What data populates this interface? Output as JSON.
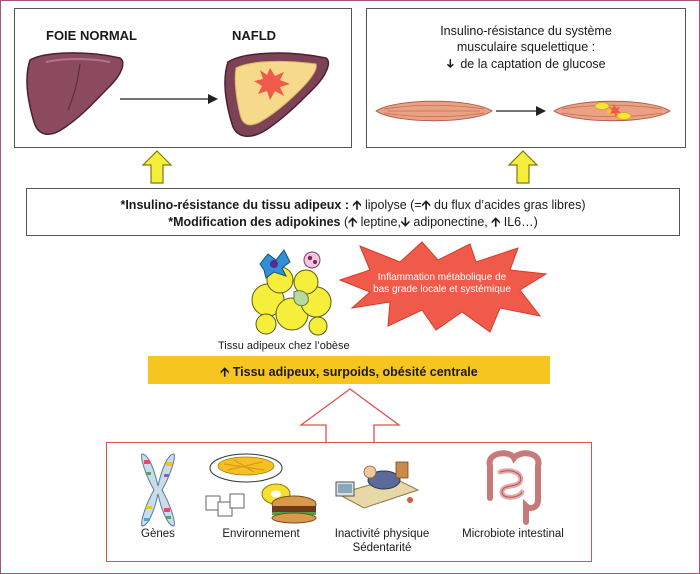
{
  "liver_panel": {
    "normal_label": "FOIE NORMAL",
    "nafld_label": "NAFLD"
  },
  "muscle_panel": {
    "line1": "Insulino-résistance du système",
    "line2": "musculaire squelettique :",
    "line3_arrow": "➜",
    "line3": "de la captation de glucose"
  },
  "adipose_box": {
    "line1_prefix": "*Insulino-résistance du tissu adipeux :",
    "line1_a": "lipolyse (=",
    "line1_b": "du flux d’acides gras libres)",
    "line2_prefix": "*Modification des adipokines",
    "line2_a": "leptine,",
    "line2_b": "adiponectine,",
    "line2_c": "IL6…)"
  },
  "inflammation_label_1": "Inflammation métabolique de",
  "inflammation_label_2": "bas grade locale et systémique",
  "adipose_caption": "Tissu adipeux chez l’obèse",
  "yellow_bar_text": "Tissu adipeux, surpoids, obésité centrale",
  "causes": [
    {
      "label": "Gènes"
    },
    {
      "label": "Environnement"
    },
    {
      "label": "Inactivité physique",
      "label2": "Sédentarité"
    },
    {
      "label": "Microbiote intestinal"
    }
  ],
  "colors": {
    "frame": "#a4527a",
    "arrow_yellow": "#f5ee3a",
    "bar_yellow": "#f7c520",
    "star_red": "#f05a4a",
    "cause_border": "#d9534f"
  }
}
